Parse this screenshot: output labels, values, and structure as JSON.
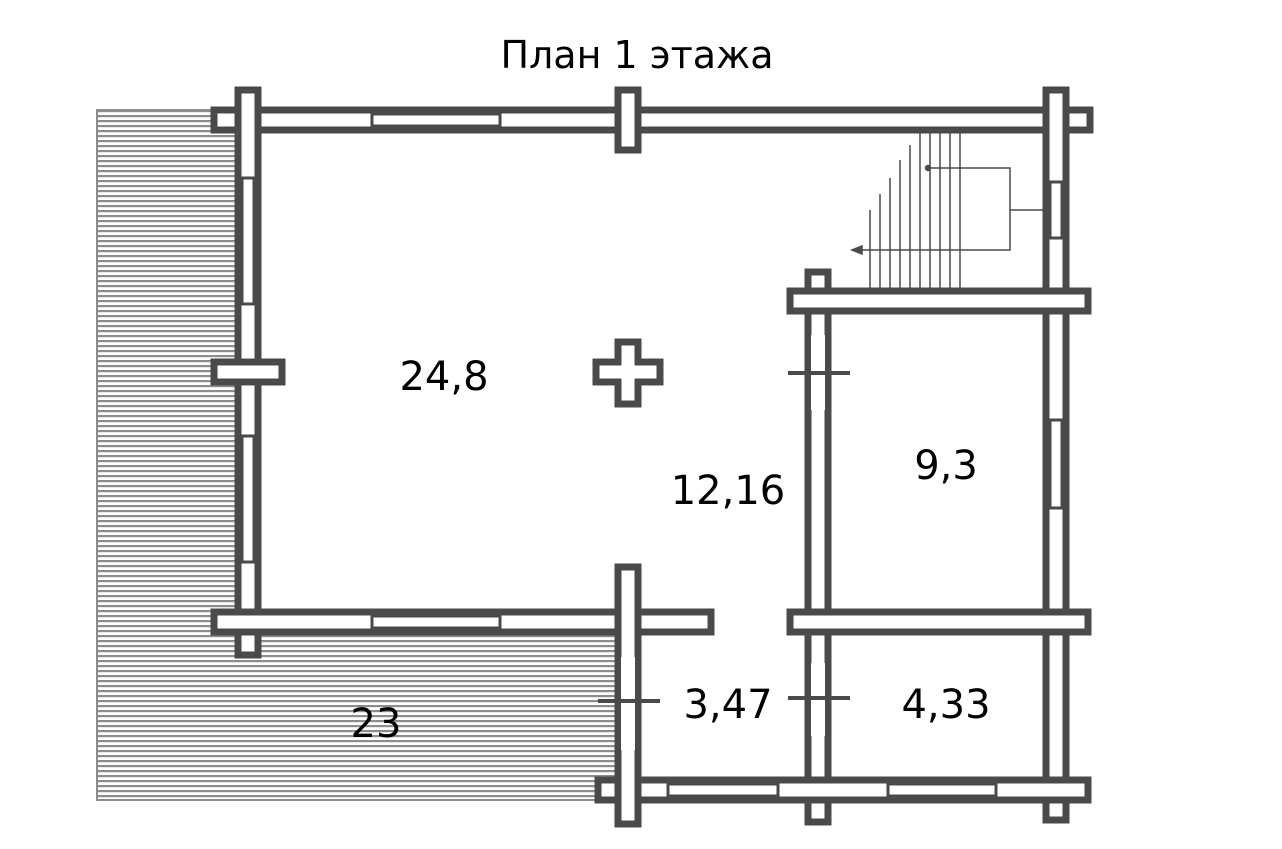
{
  "plan": {
    "title": "План 1 этажа",
    "rooms": {
      "living": "24,8",
      "hall": "12,16",
      "bedroom": "9,3",
      "vestibule": "3,47",
      "bathroom": "4,33",
      "terrace": "23"
    }
  },
  "colors": {
    "wall": "#4a4a4a",
    "background": "#ffffff",
    "terrace_hatch": "#8c8c8c",
    "text": "#000000"
  }
}
